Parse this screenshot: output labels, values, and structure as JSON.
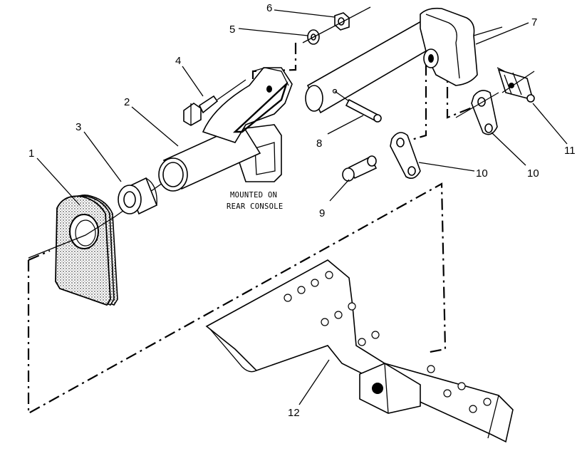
{
  "callouts": [
    "1",
    "2",
    "3",
    "4",
    "5",
    "6",
    "7",
    "8",
    "9",
    "10",
    "10",
    "11",
    "12"
  ],
  "note": {
    "line1": "MOUNTED ON",
    "line2": "REAR CONSOLE"
  }
}
